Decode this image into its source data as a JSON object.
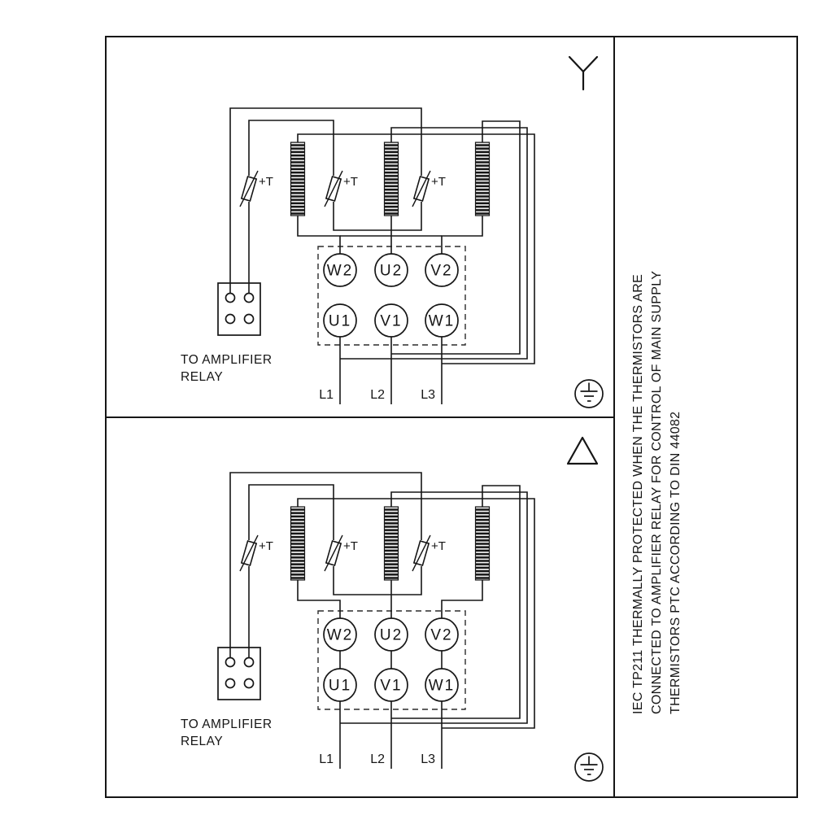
{
  "diagram": {
    "side_note": [
      "IEC TP211 THERMALLY PROTECTED WHEN THE THERMISTORS ARE",
      "CONNECTED TO AMPLIFIER RELAY FOR CONTROL OF MAIN SUPPLY",
      "THERMISTORS PTC ACCORDING TO DIN 44082"
    ],
    "panels": [
      {
        "name": "star-connection",
        "symbol_icon": "star-y-icon"
      },
      {
        "name": "delta-connection",
        "symbol_icon": "delta-triangle-icon"
      }
    ],
    "terminal_board": {
      "top_row": [
        "W2",
        "U2",
        "V2"
      ],
      "bottom_row": [
        "U1",
        "V1",
        "W1"
      ]
    },
    "supply_lines": [
      "L1",
      "L2",
      "L3"
    ],
    "thermistor_label": "+T",
    "amplifier_caption": [
      "TO AMPLIFIER",
      "RELAY"
    ],
    "icons": {
      "ground": "protective-earth-icon",
      "star": "star-y-icon",
      "delta": "delta-triangle-icon"
    },
    "colors": {
      "line": "#161616",
      "background": "#ffffff"
    }
  }
}
